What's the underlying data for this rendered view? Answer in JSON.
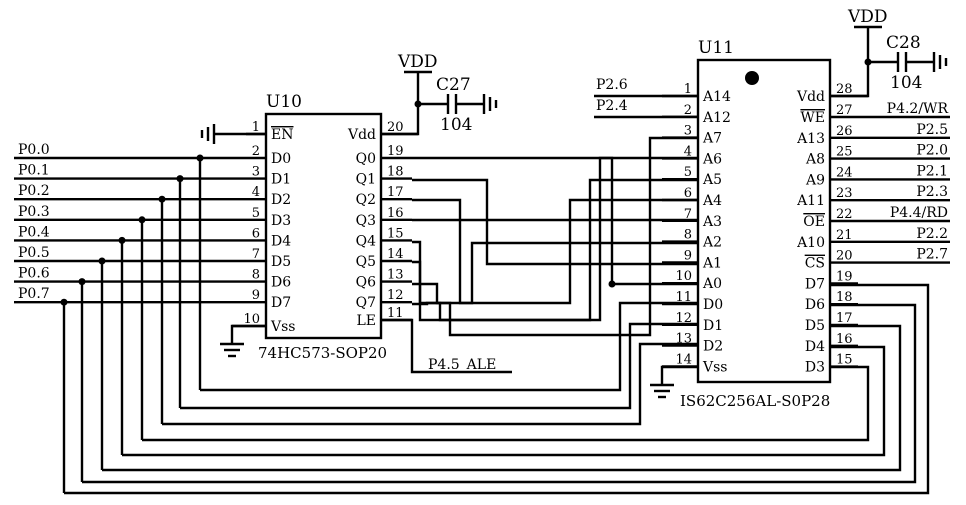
{
  "u10": {
    "ref": "U10",
    "part": "74HC573-SOP20",
    "left_pins": [
      {
        "num": "1",
        "name": "EN"
      },
      {
        "num": "2",
        "name": "D0"
      },
      {
        "num": "3",
        "name": "D1"
      },
      {
        "num": "4",
        "name": "D2"
      },
      {
        "num": "5",
        "name": "D3"
      },
      {
        "num": "6",
        "name": "D4"
      },
      {
        "num": "7",
        "name": "D5"
      },
      {
        "num": "8",
        "name": "D6"
      },
      {
        "num": "9",
        "name": "D7"
      },
      {
        "num": "10",
        "name": "Vss"
      }
    ],
    "right_pins": [
      {
        "num": "20",
        "name": "Vdd"
      },
      {
        "num": "19",
        "name": "Q0"
      },
      {
        "num": "18",
        "name": "Q1"
      },
      {
        "num": "17",
        "name": "Q2"
      },
      {
        "num": "16",
        "name": "Q3"
      },
      {
        "num": "15",
        "name": "Q4"
      },
      {
        "num": "14",
        "name": "Q5"
      },
      {
        "num": "13",
        "name": "Q6"
      },
      {
        "num": "12",
        "name": "Q7"
      },
      {
        "num": "11",
        "name": "LE"
      }
    ]
  },
  "u11": {
    "ref": "U11",
    "part": "IS62C256AL-S0P28",
    "left_pins": [
      {
        "num": "1",
        "name": "A14"
      },
      {
        "num": "2",
        "name": "A12"
      },
      {
        "num": "3",
        "name": "A7"
      },
      {
        "num": "4",
        "name": "A6"
      },
      {
        "num": "5",
        "name": "A5"
      },
      {
        "num": "6",
        "name": "A4"
      },
      {
        "num": "7",
        "name": "A3"
      },
      {
        "num": "8",
        "name": "A2"
      },
      {
        "num": "9",
        "name": "A1"
      },
      {
        "num": "10",
        "name": "A0"
      },
      {
        "num": "11",
        "name": "D0"
      },
      {
        "num": "12",
        "name": "D1"
      },
      {
        "num": "13",
        "name": "D2"
      },
      {
        "num": "14",
        "name": "Vss"
      }
    ],
    "right_pins": [
      {
        "num": "28",
        "name": "Vdd"
      },
      {
        "num": "27",
        "name": "WE"
      },
      {
        "num": "26",
        "name": "A13"
      },
      {
        "num": "25",
        "name": "A8"
      },
      {
        "num": "24",
        "name": "A9"
      },
      {
        "num": "23",
        "name": "A11"
      },
      {
        "num": "22",
        "name": "OE"
      },
      {
        "num": "21",
        "name": "A10"
      },
      {
        "num": "20",
        "name": "CS"
      },
      {
        "num": "19",
        "name": "D7"
      },
      {
        "num": "18",
        "name": "D6"
      },
      {
        "num": "17",
        "name": "D5"
      },
      {
        "num": "16",
        "name": "D4"
      },
      {
        "num": "15",
        "name": "D3"
      }
    ]
  },
  "ports": {
    "p0": [
      "P0.0",
      "P0.1",
      "P0.2",
      "P0.3",
      "P0.4",
      "P0.5",
      "P0.6",
      "P0.7"
    ],
    "u11_left_nets": [
      "P2.6",
      "P2.4"
    ],
    "u11_right_nets": [
      "P4.2/WR",
      "P2.5",
      "P2.0",
      "P2.1",
      "P2.3",
      "P4.4/RD",
      "P2.2",
      "P2.7"
    ],
    "ale": "P4.5_ALE"
  },
  "power": {
    "vdd1": "VDD",
    "vdd2": "VDD",
    "c27": "C27",
    "c27_val": "104",
    "c28": "C28",
    "c28_val": "104"
  }
}
